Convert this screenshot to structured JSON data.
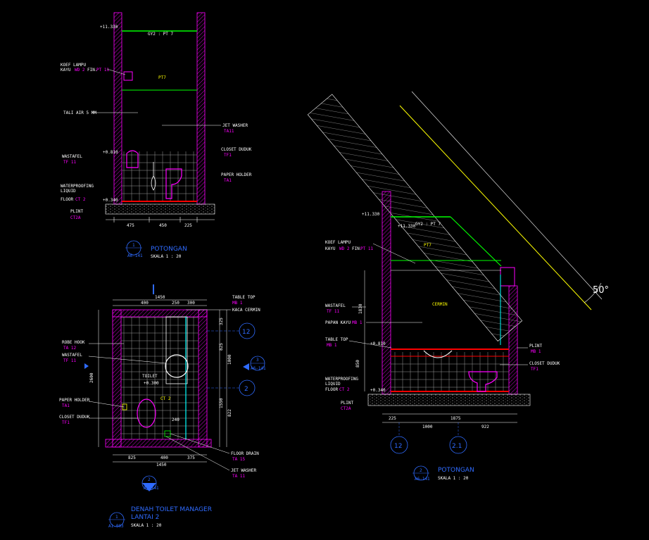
{
  "palette": {
    "background": "#000000",
    "wall": "#ff00ff",
    "tile": "#ffffff",
    "dim": "#ffffff",
    "leader": "#ffffff",
    "accent": "#00ffff",
    "title": "#2f6bff",
    "green": "#00ff00",
    "red": "#ff0000",
    "yellow": "#ffff00"
  },
  "section1": {
    "elev_top": "+11.330",
    "callouts": {
      "koef_lampu": "KOEF LAMPU",
      "kayu": "KAYU",
      "kayu_code": "WD 2",
      "fin": "FIN.",
      "fin_code": "PT 11",
      "tali_air": "TALI AIR 5 MM",
      "jet_washer": "JET WASHER",
      "jet_washer_code": "TA11",
      "wastafel": "WASTAFEL",
      "wastafel_code": "TF 11",
      "closet": "CLOSET DUDUK",
      "closet_code": "TF1",
      "paper_holder": "PAPER HOLDER",
      "paper_holder_code": "TA1",
      "waterproofing": "WATERPROOFING",
      "liquid": "LIQUID",
      "floor": "FLOOR",
      "floor_code": "CT 2",
      "plint": "PLINT",
      "plint_code": "CT2A",
      "ceiling_tag": "PT7",
      "ceiling_code": "GY2 : PT 7"
    },
    "elev_mid": "+0.810",
    "elev_floor": "+0.340",
    "dims": [
      "475",
      "450",
      "225"
    ],
    "title_no": "1",
    "title_ref": "A6-141",
    "title": "POTONGAN",
    "scale": "SKALA   1 : 20"
  },
  "plan": {
    "dims_top": [
      "1450",
      "400",
      "250",
      "300"
    ],
    "dims_left": "2600",
    "dims_right": [
      "325",
      "825",
      "1000",
      "1550",
      "822"
    ],
    "dims_bottom": [
      "825",
      "400",
      "375"
    ],
    "dims_bottom_total": "1450",
    "dim_240": "240",
    "callouts": {
      "table_top": "TABLE TOP",
      "table_top_code": "MB 1",
      "kaca": "KACA CERMIN",
      "robe": "ROBE HOOK",
      "robe_code": "TA 12",
      "wastafel": "WASTAFEL",
      "wastafel_code": "TF 11",
      "toilet": "TOILET",
      "toilet_elev": "+0.300",
      "paper_holder": "PAPER HOLDER",
      "paper_holder_code": "TA1",
      "closet": "CLOSET DUDUK",
      "closet_code": "TF1",
      "floor_drain": "FLOOR DRAIN",
      "floor_drain_code": "TA 15",
      "jet_washer": "JET WASHER",
      "jet_washer_code": "TA 11",
      "ct_tag": "CT 2"
    },
    "grid_top": "12",
    "grid_mid": "3",
    "grid_mid_ref": "A6-141",
    "grid_bot": "2",
    "section_mark": "2",
    "section_mark_ref": "A6-141",
    "title_no": "1",
    "title_ref": "A1-003",
    "title_l1": "DENAH  TOILET MANAGER",
    "title_l2": "LANTAI 2",
    "scale": "SKALA   1 : 20"
  },
  "section2": {
    "elev_top": "+11.330",
    "elev_ceiling": "+11.330",
    "ceiling_code": "GY2 : PT 7",
    "ceiling_tag": "PT7",
    "angle": "50°",
    "callouts": {
      "koef_lampu": "KOEF LAMPU",
      "kayu": "KAYU",
      "kayu_code": "WD 2",
      "fin": "FIN.",
      "fin_code": "PT 11",
      "wastafel": "WASTAFEL",
      "wastafel_code": "TF 11",
      "papan_kayu": "PAPAN KAYU",
      "papan_kayu_code": "MB 1",
      "table_top": "TABLE TOP",
      "table_top_code": "MB 1",
      "cermin": "CERMIN",
      "plint": "PLINT",
      "plint_code": "MB 1",
      "closet": "CLOSET DUDUK",
      "closet_code": "TF1",
      "waterproofing": "WATERPROOFING",
      "liquid": "LIQUID",
      "floor": "FLOOR",
      "floor_code": "CT 2",
      "plint2": "PLINT",
      "plint2_code": "CT2A"
    },
    "elev_mid": "+0.810",
    "elev_floor": "+0.340",
    "dim_left_a": "1830",
    "dim_left_b": "850",
    "dims_bottom": [
      "225",
      "1875"
    ],
    "dims_bottom2": [
      "1000",
      "922"
    ],
    "grid_a": "12",
    "grid_b": "2.1",
    "title_no": "2",
    "title_ref": "A6-141",
    "title": "POTONGAN",
    "scale": "SKALA   1 : 20"
  }
}
